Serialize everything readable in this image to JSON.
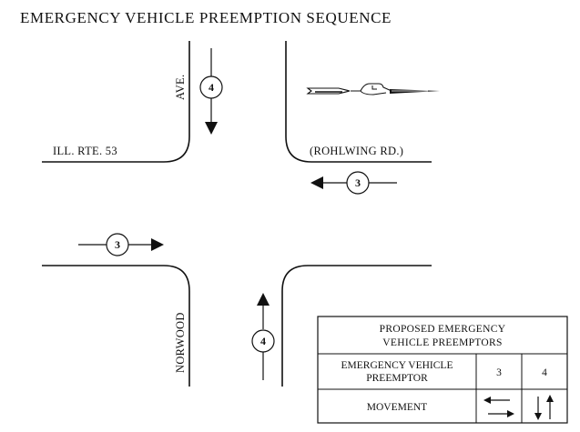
{
  "title": "EMERGENCY VEHICLE PREEMPTION SEQUENCE",
  "streets": {
    "west_road": "ILL. RTE. 53",
    "east_road": "(ROHLWING RD.)",
    "north_ave": "AVE.",
    "south_ave": "NORWOOD"
  },
  "markers": {
    "north_preemptor": "4",
    "east_preemptor": "3",
    "west_preemptor": "3",
    "south_preemptor": "4"
  },
  "table": {
    "header_line1": "PROPOSED EMERGENCY",
    "header_line2": "VEHICLE PREEMPTORS",
    "row1_label_line1": "EMERGENCY VEHICLE",
    "row1_label_line2": "PREEMPTOR",
    "col_a": "3",
    "col_b": "4",
    "row2_label": "MOVEMENT"
  },
  "icons": {
    "north_arrow": "north-arrow-icon",
    "eastwest_movement": "east-west-arrows-icon",
    "northsouth_movement": "north-south-arrows-icon"
  }
}
